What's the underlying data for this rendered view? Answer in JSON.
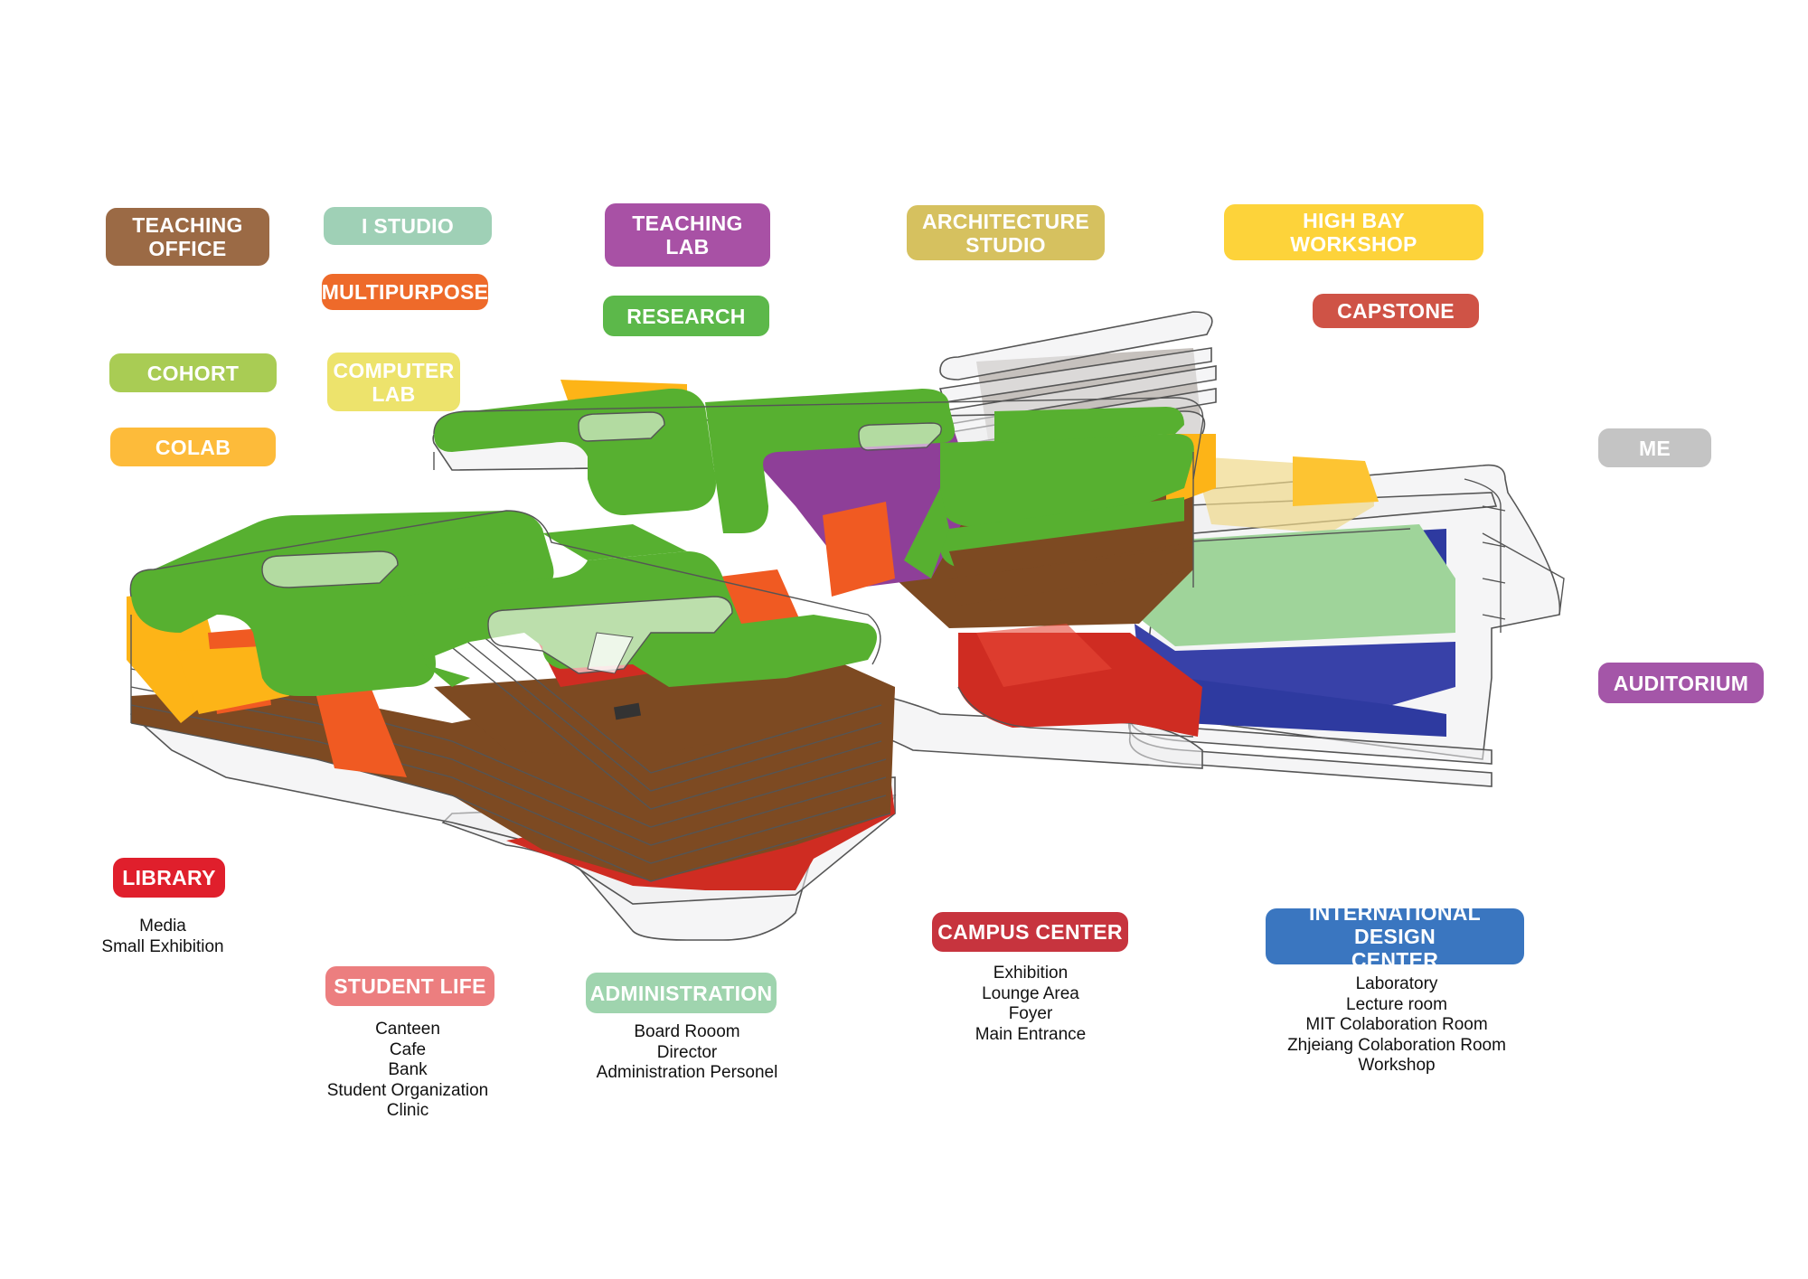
{
  "program_labels": [
    {
      "id": "teaching_office",
      "text": "TEACHING\nOFFICE",
      "color": "#9b6a45"
    },
    {
      "id": "i_studio",
      "text": "I STUDIO",
      "color": "#9fd0b6"
    },
    {
      "id": "multipurpose",
      "text": "MULTIPURPOSE",
      "color": "#ee6a2a"
    },
    {
      "id": "teaching_lab",
      "text": "TEACHING\nLAB",
      "color": "#a851a5"
    },
    {
      "id": "research",
      "text": "RESEARCH",
      "color": "#5cb84a"
    },
    {
      "id": "architecture_studio",
      "text": "ARCHITECTURE\nSTUDIO",
      "color": "#d6c15f"
    },
    {
      "id": "high_bay_workshop",
      "text": "HIGH BAY\nWORKSHOP",
      "color": "#fdd33a"
    },
    {
      "id": "capstone",
      "text": "CAPSTONE",
      "color": "#cf5346"
    },
    {
      "id": "cohort",
      "text": "COHORT",
      "color": "#a9cc54"
    },
    {
      "id": "computer_lab",
      "text": "COMPUTER\nLAB",
      "color": "#ede36c"
    },
    {
      "id": "colab",
      "text": "COLAB",
      "color": "#fdbb3a"
    },
    {
      "id": "me",
      "text": "ME",
      "color": "#c4c4c4"
    },
    {
      "id": "auditorium",
      "text": "AUDITORIUM",
      "color": "#a456a8"
    },
    {
      "id": "library",
      "text": "LIBRARY",
      "color": "#e01f2c"
    },
    {
      "id": "student_life",
      "text": "STUDENT LIFE",
      "color": "#ec7e7f"
    },
    {
      "id": "administration",
      "text": "ADMINISTRATION",
      "color": "#9fd4ae"
    },
    {
      "id": "campus_center",
      "text": "CAMPUS CENTER",
      "color": "#c7343e"
    },
    {
      "id": "international_design_center",
      "text": "INTERNATIONAL DESIGN\nCENTER",
      "color": "#3a76c0"
    }
  ],
  "program_details": {
    "library": [
      "Media",
      "Small Exhibition"
    ],
    "student_life": [
      "Canteen",
      "Cafe",
      "Bank",
      "Student Organization",
      "Clinic"
    ],
    "administration": [
      "Board Rooom",
      "Director",
      "Administration Personel"
    ],
    "campus_center": [
      "Exhibition",
      "Lounge Area",
      "Foyer",
      "Main Entrance"
    ],
    "international_design_center": [
      "Laboratory",
      "Lecture room",
      "MIT  Colaboration Room",
      "Zhjeiang Colaboration Room",
      "Workshop"
    ]
  },
  "massing_colors": {
    "green": "#57b030",
    "brown": "#7d4a22",
    "red": "#cf2c22",
    "orange": "#f05a22",
    "yellow": "#fdb417",
    "purple": "#8e3f98",
    "blue": "#2e3aa0",
    "light_green": "#9fd49a",
    "grey": "#c2bebb",
    "olive": "#c9bf6c",
    "outline": "#555555",
    "slab": "#e9e9ec"
  }
}
